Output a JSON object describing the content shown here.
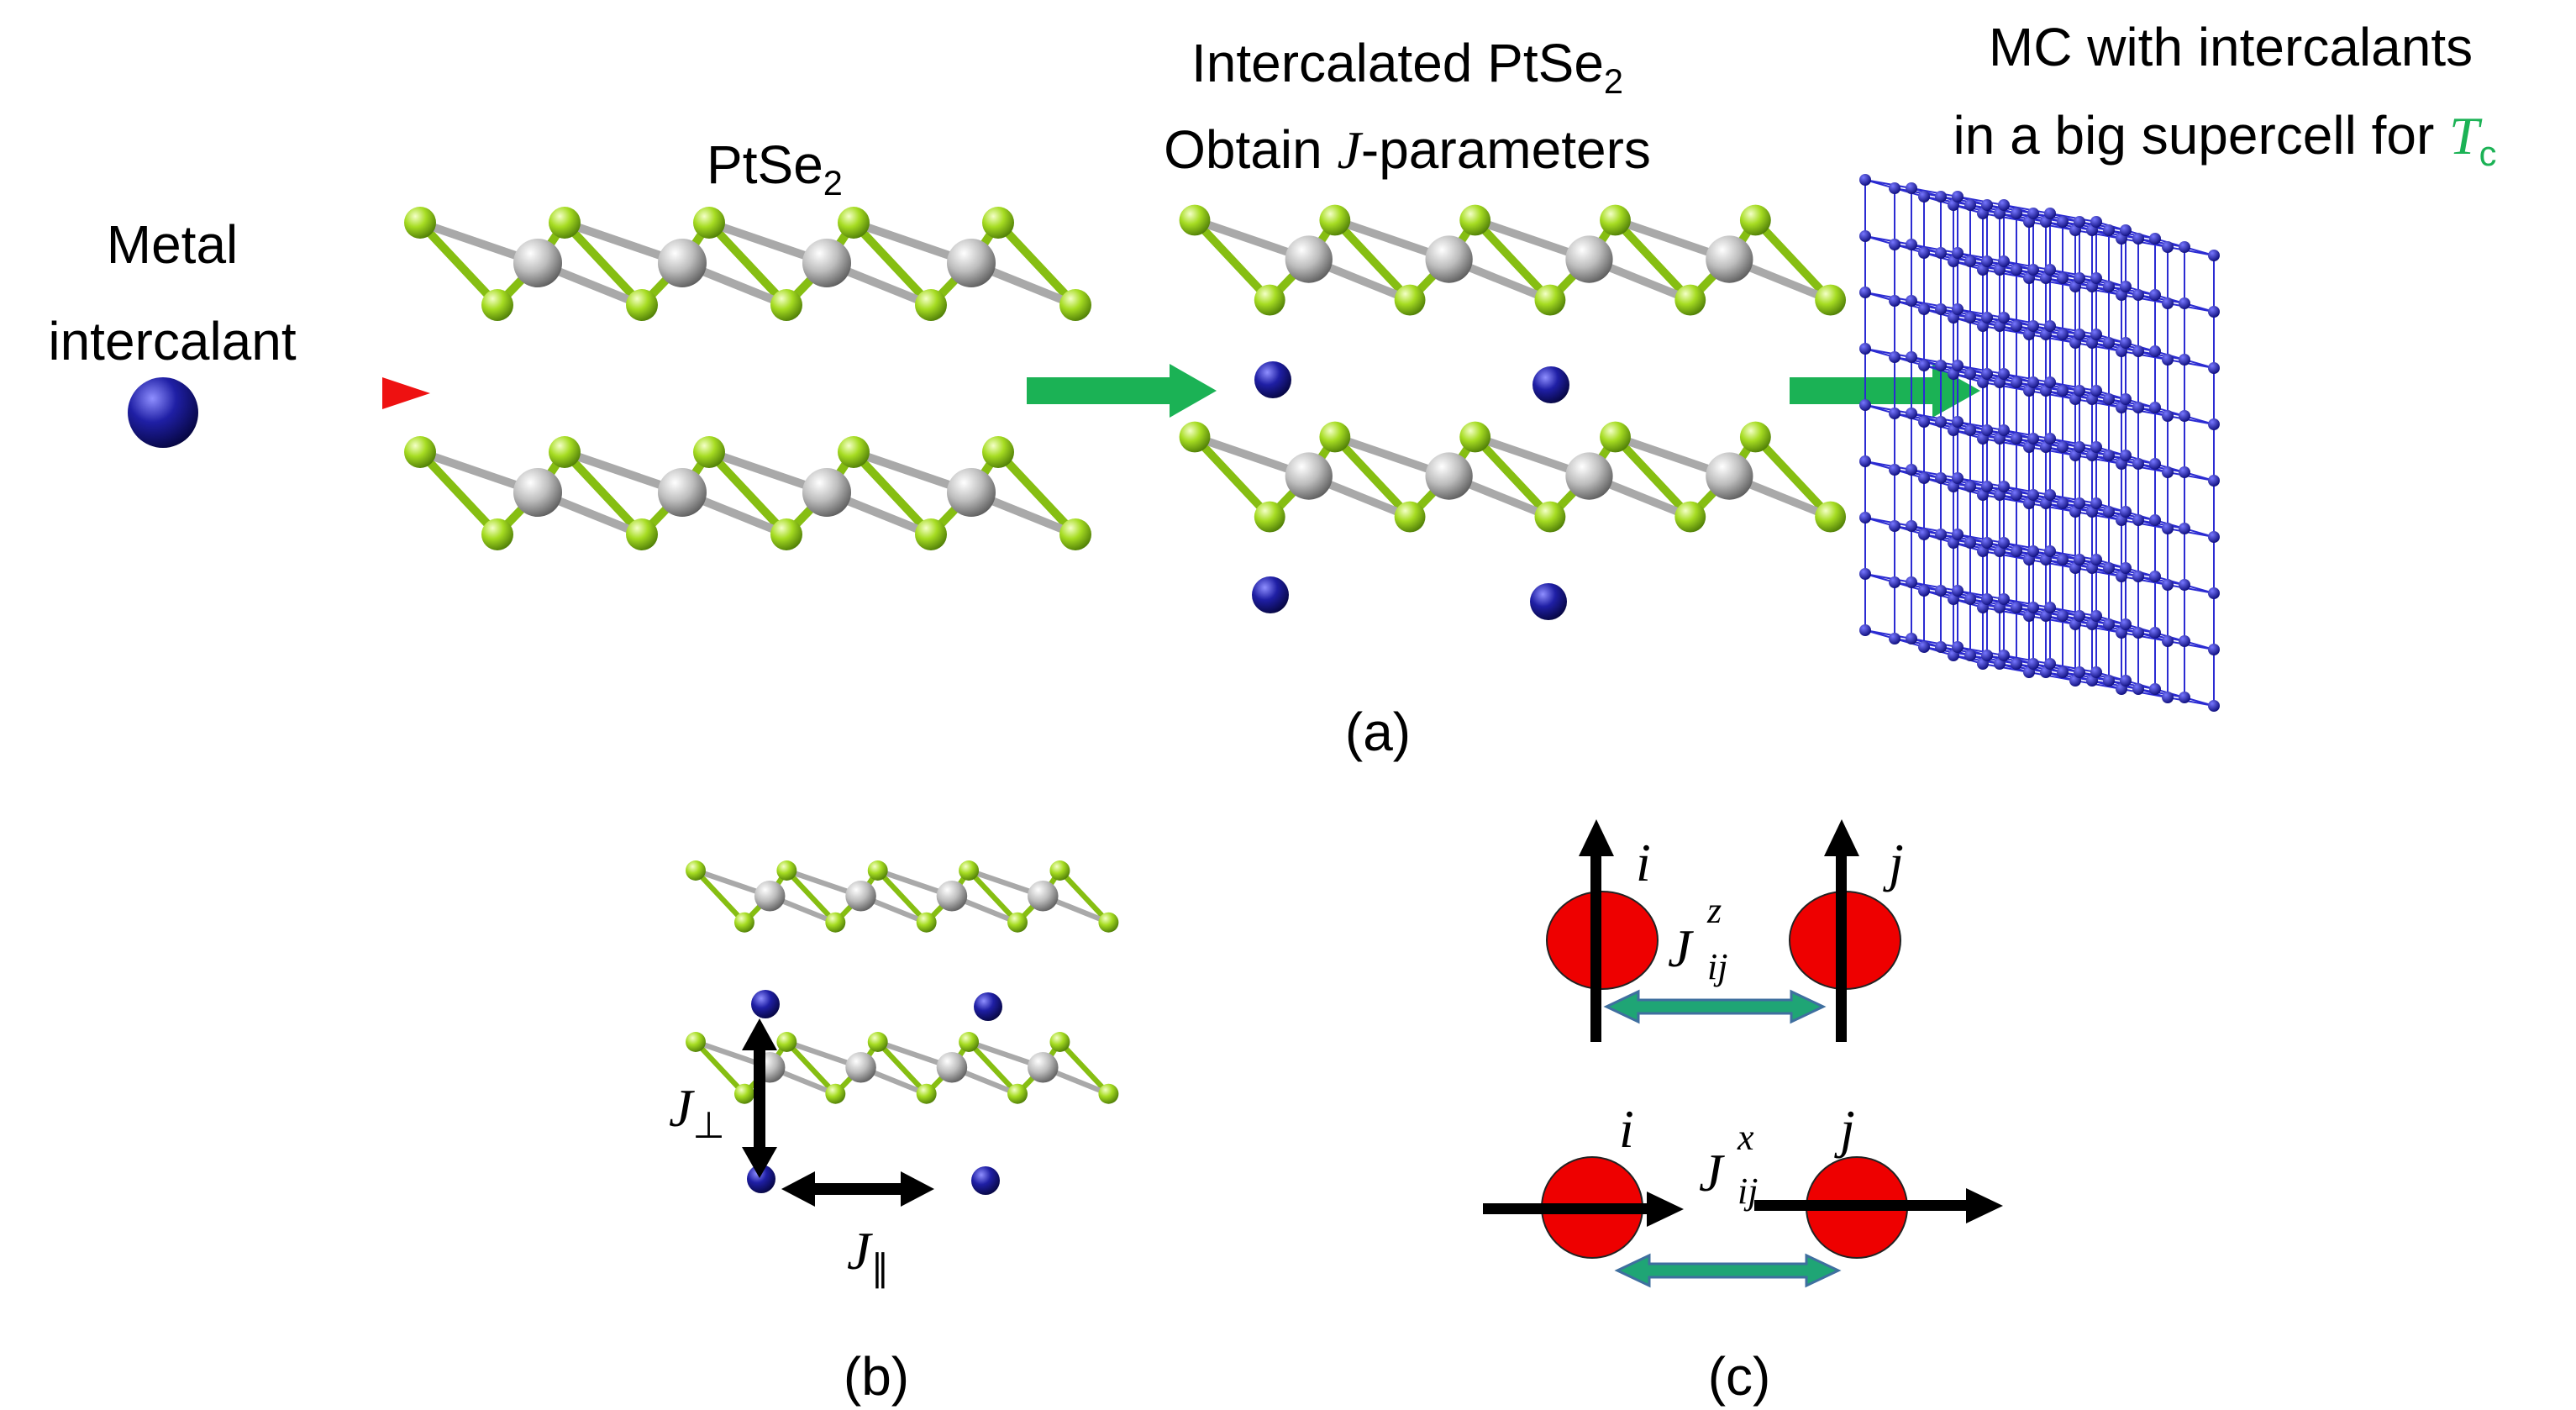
{
  "colors": {
    "selenium": "#92d018",
    "platinum": "#b9b9b9",
    "intercalant": "#1a1a99",
    "red_arrow": "#ee1111",
    "green_arrow": "#1bb255",
    "spin_site": "#ee0000",
    "coupling_arrow": "#1fa575",
    "tc_color": "#1bb255"
  },
  "panel_a": {
    "metal_line1": "Metal",
    "metal_line2": "intercalant",
    "ptse2_base": "PtSe",
    "ptse2_sub": "2",
    "intercalated_base": "Intercalated PtSe",
    "intercalated_sub": "2",
    "obtain_prefix": "Obtain ",
    "obtain_symbol": "J",
    "obtain_suffix": "-parameters",
    "mc_line1": "MC with intercalants",
    "mc_line2": "in a big supercell for ",
    "tc_symbol": "T",
    "tc_sub": "c",
    "caption": "(a)"
  },
  "panel_b": {
    "j_perp_symbol": "J",
    "j_perp_sub": "⊥",
    "j_par_symbol": "J",
    "j_par_sub": "∥",
    "caption": "(b)"
  },
  "panel_c": {
    "site_i": "i",
    "site_j": "j",
    "jz_symbol": "J",
    "jz_sup": "z",
    "jz_sub": "ij",
    "jx_symbol": "J",
    "jx_sup": "x",
    "jx_sub": "ij",
    "caption": "(c)"
  }
}
